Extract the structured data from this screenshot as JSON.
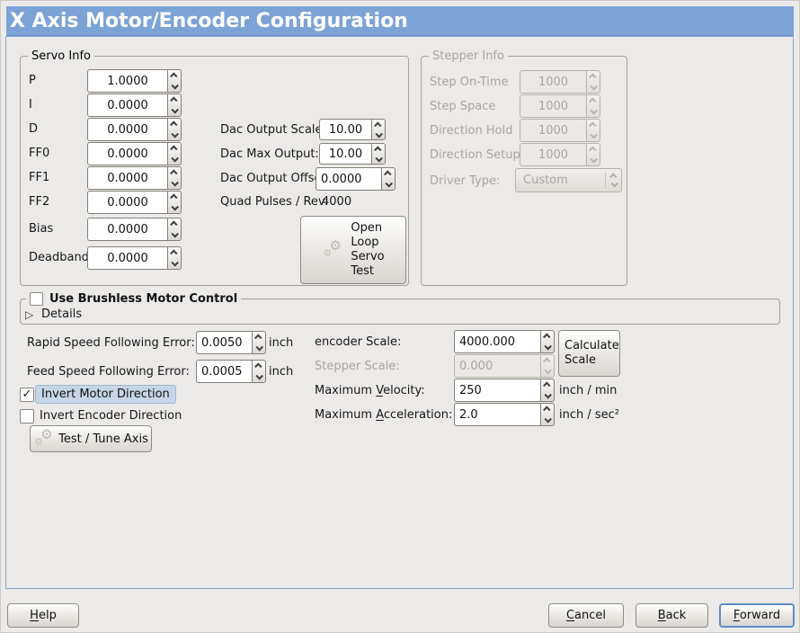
{
  "title": "X Axis Motor/Encoder Configuration",
  "icons": {
    "gear": "⚙",
    "expander": "▷",
    "check": "✓"
  },
  "colors": {
    "titlebar": "#7BA3D6",
    "panel_border": "#83A5CF",
    "highlight_bg": "#C7D5E8",
    "focus_border": "#5F8DC6"
  },
  "servo_info": {
    "legend": "Servo Info",
    "params": [
      {
        "label": "P",
        "value": "1.0000"
      },
      {
        "label": "I",
        "value": "0.0000"
      },
      {
        "label": "D",
        "value": "0.0000"
      },
      {
        "label": "FF0",
        "value": "0.0000"
      },
      {
        "label": "FF1",
        "value": "0.0000"
      },
      {
        "label": "FF2",
        "value": "0.0000"
      },
      {
        "label": "Bias",
        "value": "0.0000"
      },
      {
        "label": "Deadband",
        "value": "0.0000"
      }
    ],
    "dac": [
      {
        "label": "Dac Output Scale:",
        "value": "10.00"
      },
      {
        "label": "Dac Max Output:",
        "value": "10.00"
      },
      {
        "label": "Dac Output Offset:",
        "value": "0.0000"
      }
    ],
    "quad": {
      "label": "Quad Pulses / Rev:",
      "value": "4000"
    },
    "open_loop": {
      "l1": "Open",
      "l2": "Loop",
      "l3": "Servo",
      "l4": "Test"
    }
  },
  "stepper_info": {
    "legend": "Stepper Info",
    "params": [
      {
        "label": "Step On-Time",
        "value": "1000"
      },
      {
        "label": "Step Space",
        "value": "1000"
      },
      {
        "label": "Direction Hold",
        "value": "1000"
      },
      {
        "label": "Direction Setup",
        "value": "1000"
      }
    ],
    "driver": {
      "label": "Driver Type:",
      "value": "Custom"
    }
  },
  "brushless": {
    "label": "Use Brushless Motor Control",
    "details": "Details"
  },
  "errors": {
    "rapid": {
      "label": "Rapid Speed Following Error:",
      "value": "0.0050",
      "unit": "inch"
    },
    "feed": {
      "label": "Feed Speed Following Error:",
      "value": "0.0005",
      "unit": "inch"
    }
  },
  "direction": {
    "invert_motor": "Invert Motor Direction",
    "invert_encoder": "Invert Encoder Direction",
    "test_tune": "Test / Tune Axis"
  },
  "scaling": {
    "encoder": {
      "label": "encoder Scale:",
      "value": "4000.000"
    },
    "stepper": {
      "label": "Stepper Scale:",
      "value": "0.000"
    },
    "calculate": {
      "l1": "Calculate",
      "l2": "Scale"
    },
    "velocity": {
      "pre": "Maximum ",
      "accel": "V",
      "post": "elocity:",
      "value": "250",
      "unit": "inch / min"
    },
    "acceleration": {
      "pre": "Maximum ",
      "accel": "A",
      "post": "cceleration:",
      "value": "2.0",
      "unit": "inch / sec²"
    }
  },
  "footer": {
    "help": {
      "accel": "H",
      "rest": "elp"
    },
    "cancel": {
      "accel": "C",
      "rest": "ancel"
    },
    "back": {
      "accel": "B",
      "rest": "ack"
    },
    "forward": {
      "accel": "F",
      "rest": "orward"
    }
  }
}
